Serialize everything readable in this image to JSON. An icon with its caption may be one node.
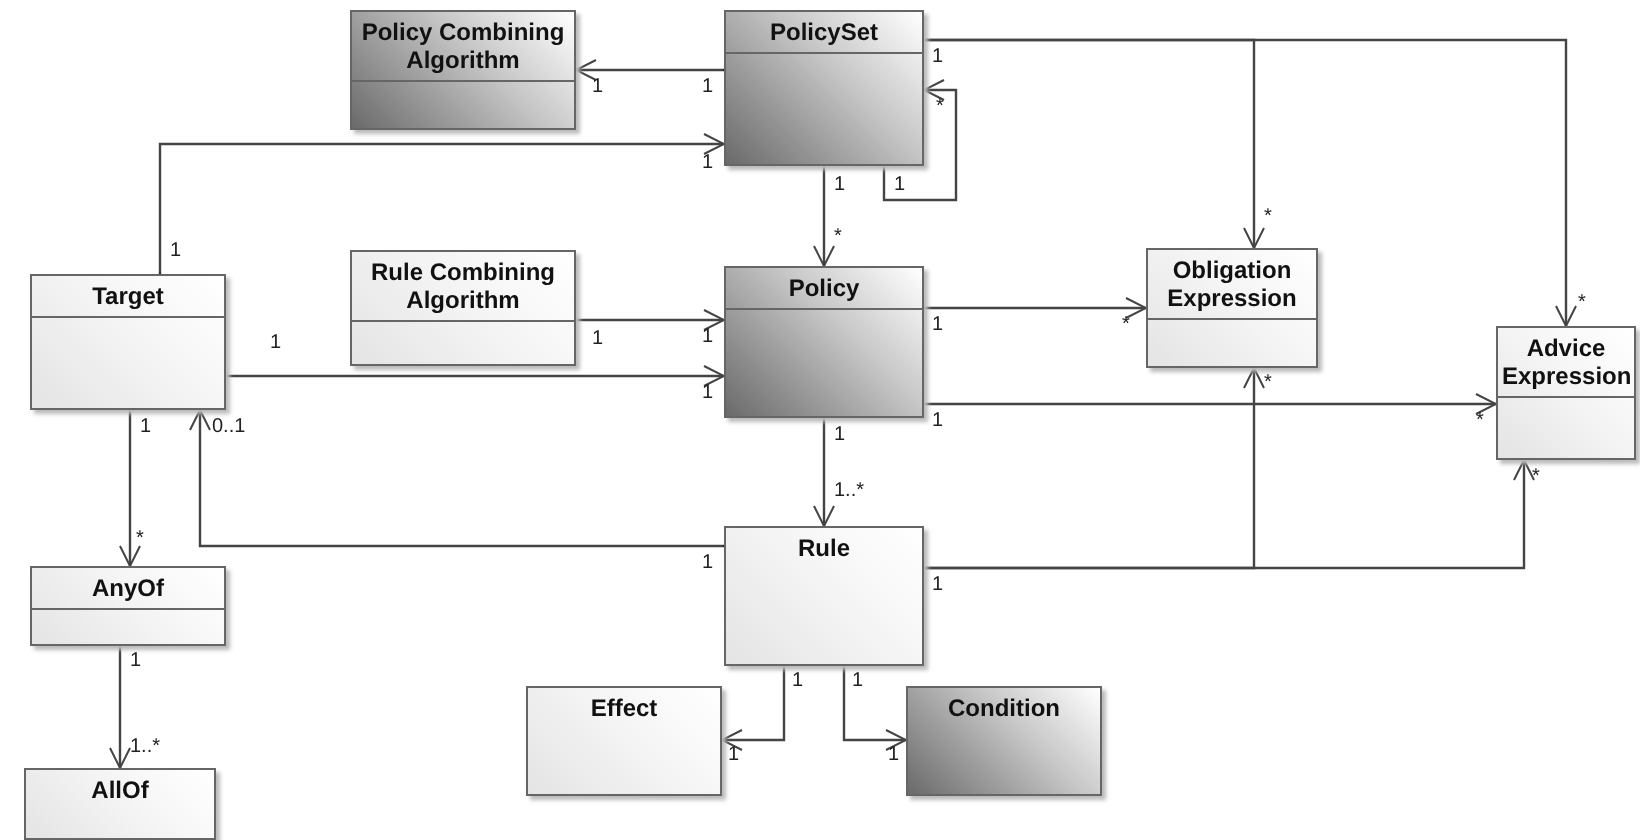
{
  "diagram": {
    "nodes": [
      {
        "text": [
          "Policy Combining Algorithm"
        ]
      },
      {
        "text": [
          "PolicySet"
        ]
      },
      {
        "text": [
          "Target"
        ]
      },
      {
        "text": [
          "Rule Combining Algorithm"
        ]
      },
      {
        "text": [
          "Policy"
        ]
      },
      {
        "text": [
          "Obligation Expression"
        ]
      },
      {
        "text": [
          "Advice Expression"
        ]
      },
      {
        "text": [
          "AnyOf"
        ]
      },
      {
        "text": [
          "Rule"
        ]
      },
      {
        "text": [
          "AllOf"
        ]
      },
      {
        "text": [
          "Effect"
        ]
      },
      {
        "text": [
          "Condition"
        ]
      }
    ],
    "edges": [
      {
        "from": 1,
        "to": 0,
        "arrow": "to"
      },
      {
        "from": 2,
        "to": 1,
        "arrow": "to"
      },
      {
        "from": 1,
        "to": 4,
        "arrow": "to"
      },
      {
        "from": 1,
        "to": 1,
        "arrow": "to"
      },
      {
        "from": 1,
        "to": 5,
        "arrow": "to"
      },
      {
        "from": 1,
        "to": 6,
        "arrow": "to"
      },
      {
        "from": 3,
        "to": 4,
        "arrow": "to"
      },
      {
        "from": 2,
        "to": 4,
        "arrow": "to"
      },
      {
        "from": 4,
        "to": 5,
        "arrow": "to"
      },
      {
        "from": 4,
        "to": 6,
        "arrow": "to"
      },
      {
        "from": 2,
        "to": 7,
        "arrow": "to"
      },
      {
        "from": 4,
        "to": 8,
        "arrow": "to"
      },
      {
        "from": 8,
        "to": 2,
        "arrow": "to"
      },
      {
        "from": 8,
        "to": 5,
        "arrow": "to"
      },
      {
        "from": 8,
        "to": 6,
        "arrow": "to"
      },
      {
        "from": 7,
        "to": 9,
        "arrow": "to"
      },
      {
        "from": 8,
        "to": 10,
        "arrow": "to"
      },
      {
        "from": 8,
        "to": 11,
        "arrow": "to"
      }
    ],
    "labels": [
      "1",
      "1",
      "1",
      "*",
      "1",
      "1",
      "1",
      "*",
      "1",
      "*",
      "*",
      "1",
      "1",
      "1",
      "1",
      "*",
      "*",
      "1",
      "1",
      "*",
      "1",
      "0..1",
      "1",
      "*",
      "1..*",
      "*",
      "1",
      "1",
      "1",
      "1",
      "1",
      "1..*",
      "1",
      "1"
    ]
  }
}
